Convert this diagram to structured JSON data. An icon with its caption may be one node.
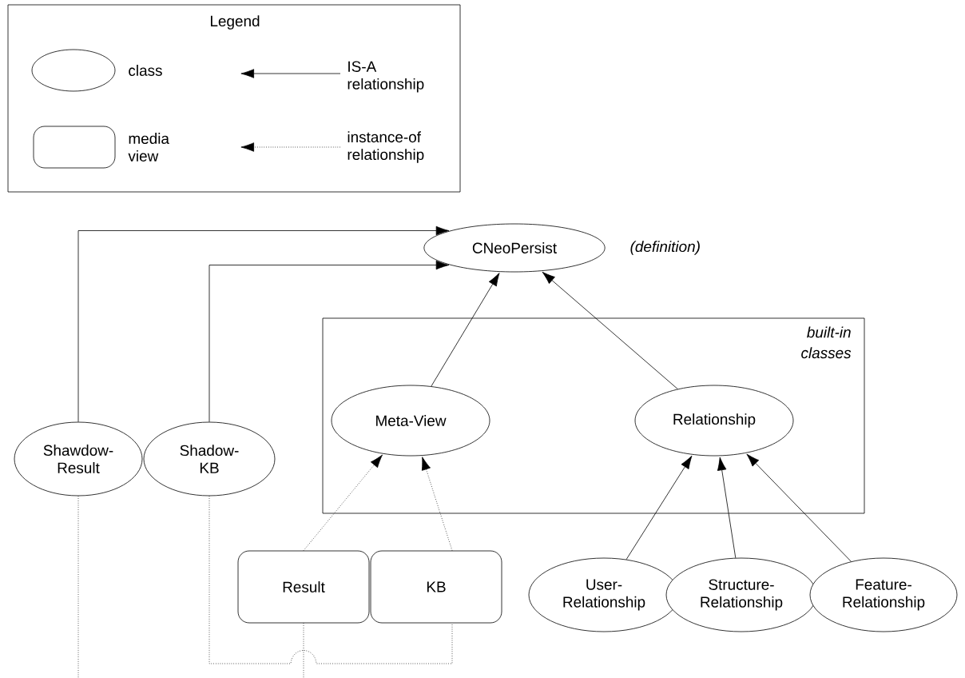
{
  "diagram": {
    "nodes": [
      {
        "text": [
          "CNeoPersist"
        ],
        "beside": [
          "(definition)"
        ]
      },
      {
        "text": [
          "built-in classes"
        ]
      },
      {
        "text": [
          "Meta-View"
        ],
        "in": 1
      },
      {
        "text": [
          "Relationship"
        ],
        "in": 1
      },
      {
        "text": [
          "Shawdow- Result"
        ]
      },
      {
        "text": [
          "Shadow- KB"
        ]
      },
      {
        "text": [
          "Result"
        ]
      },
      {
        "text": [
          "KB"
        ]
      },
      {
        "text": [
          "User- Relationship"
        ]
      },
      {
        "text": [
          "Structure- Relationship"
        ]
      },
      {
        "text": [
          "Feature- Relationship"
        ]
      }
    ],
    "edges": [
      {
        "from": 2,
        "to": 0,
        "arrow": "to"
      },
      {
        "from": 3,
        "to": 0,
        "arrow": "to"
      },
      {
        "from": 4,
        "to": 0,
        "arrow": "to"
      },
      {
        "from": 5,
        "to": 0,
        "arrow": "to"
      },
      {
        "from": 6,
        "to": 2,
        "arrow": "to",
        "style": "dashed"
      },
      {
        "from": 7,
        "to": 2,
        "arrow": "to",
        "style": "dashed"
      },
      {
        "from": 8,
        "to": 3,
        "arrow": "to"
      },
      {
        "from": 9,
        "to": 3,
        "arrow": "to"
      },
      {
        "from": 10,
        "to": 3,
        "arrow": "to"
      },
      {
        "from": 5,
        "to": 7,
        "arrow": "none",
        "style": "dashed"
      },
      {
        "from": 6,
        "to": null,
        "arrow": "none",
        "style": "dashed"
      },
      {
        "from": 4,
        "to": null,
        "arrow": "none",
        "style": "dashed"
      }
    ],
    "labels": [
      "Legend"
    ],
    "legend": [
      {
        "text": "class"
      },
      {
        "text": "IS-A relationship"
      },
      {
        "text": "media view"
      },
      {
        "text": "instance-of relationship"
      }
    ]
  }
}
